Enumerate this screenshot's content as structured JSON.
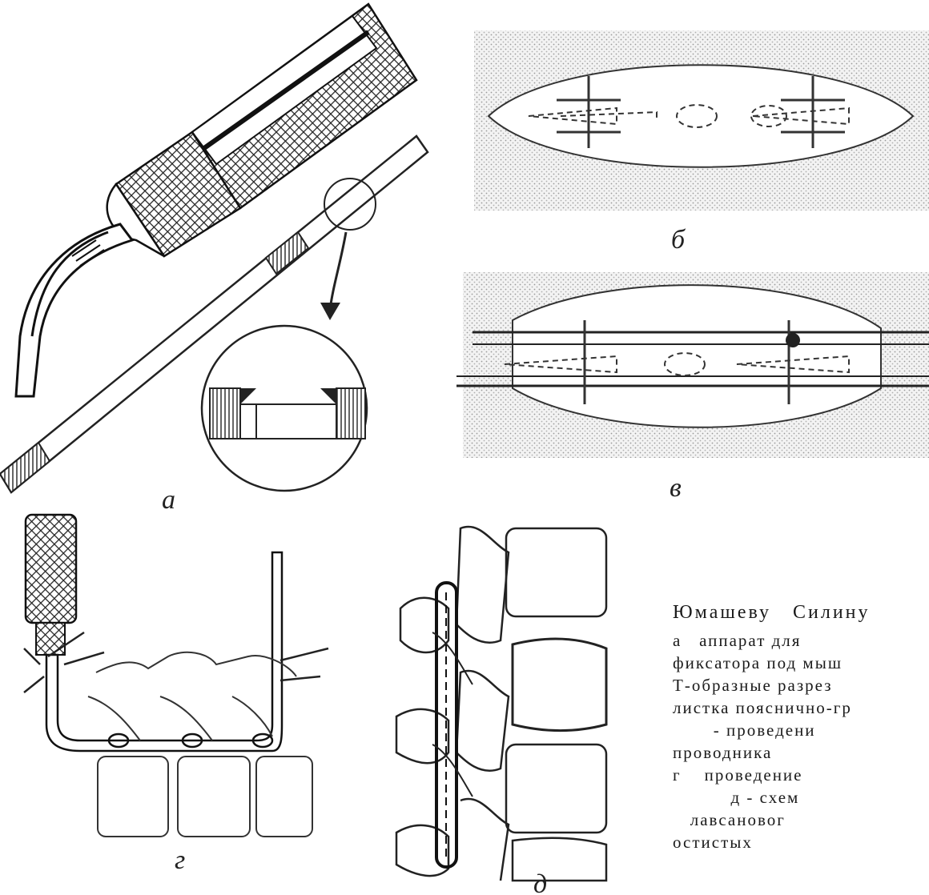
{
  "panel_labels": {
    "a": "а",
    "b": "б",
    "v": "в",
    "g": "г",
    "d": "д"
  },
  "caption": {
    "title": "Юмашеву   Силину",
    "lines": [
      "а   аппарат для",
      "фиксатора под мыш",
      "Т-образные разрез",
      "листка пояснично-гр",
      "       - проведени",
      "проводника",
      "г    проведение",
      "          д - схем",
      "   лавсановог",
      "остистых"
    ]
  }
}
